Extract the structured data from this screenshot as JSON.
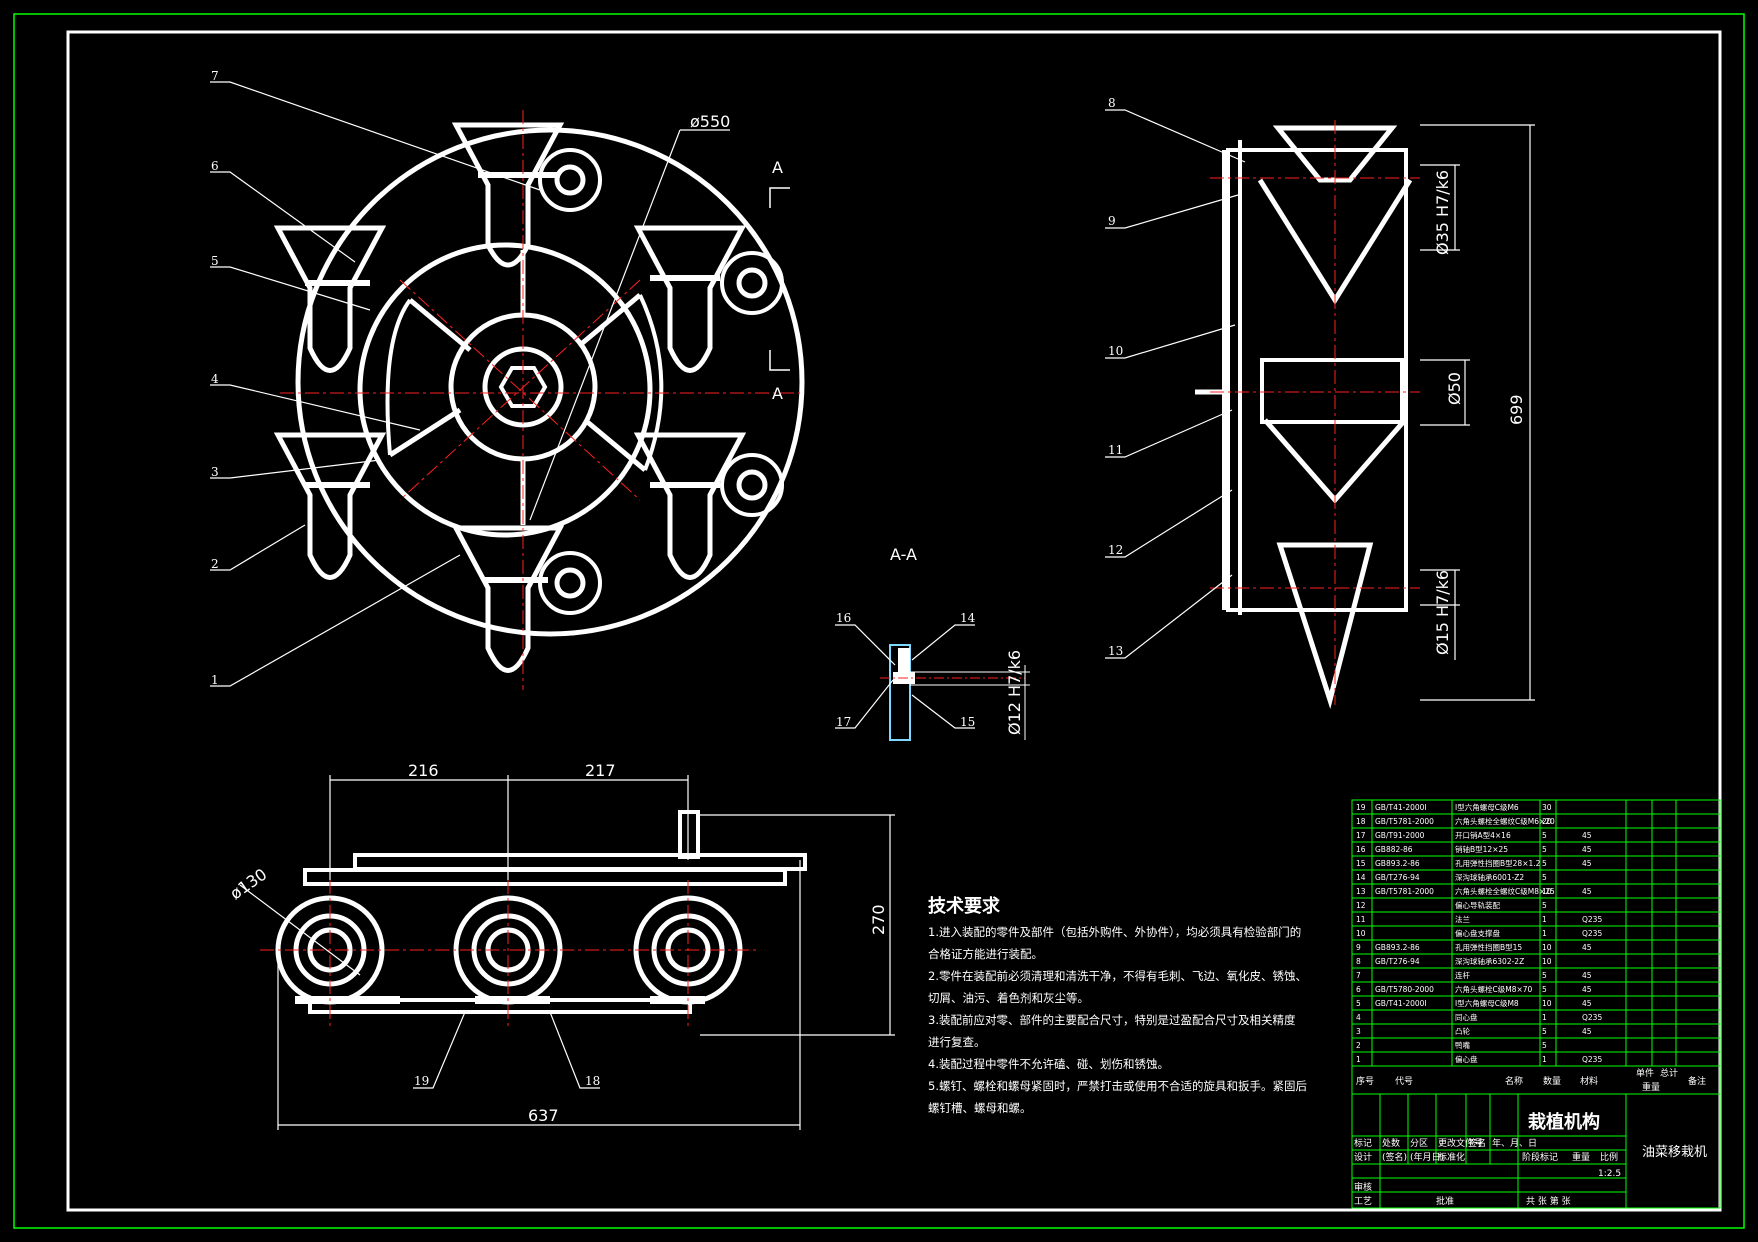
{
  "colors": {
    "background": "#000000",
    "border": "#00ff00",
    "part": "#ffffff",
    "center": "#ff2020",
    "section": "#7fd8ff"
  },
  "callouts": [
    "1",
    "2",
    "3",
    "4",
    "5",
    "6",
    "7",
    "8",
    "9",
    "10",
    "11",
    "12",
    "13",
    "14",
    "15",
    "16",
    "17",
    "18",
    "19"
  ],
  "dimensions": {
    "d550": "ø550",
    "d130": "ø130",
    "l216": "216",
    "l217": "217",
    "l637": "637",
    "h270": "270",
    "h699": "699",
    "fit35": "Ø35 H7/k6",
    "d50": "Ø50",
    "fit15": "Ø15 H7/k6",
    "fit12": "Ø12 H7/k6"
  },
  "section": {
    "mark": "A",
    "title": "A-A"
  },
  "tech": {
    "title": "技术要求",
    "lines": [
      "1.进入装配的零件及部件（包括外购件、外协件），均必须具有检验部门的",
      "合格证方能进行装配。",
      "2.零件在装配前必须清理和清洗干净，不得有毛刺、飞边、氧化皮、锈蚀、",
      "切屑、油污、着色剂和灰尘等。",
      "3.装配前应对零、部件的主要配合尺寸，特别是过盈配合尺寸及相关精度",
      "进行复查。",
      "4.装配过程中零件不允许磕、碰、划伤和锈蚀。",
      "5.螺钉、螺栓和螺母紧固时，严禁打击或使用不合适的旋具和扳手。紧固后",
      "螺钉槽、螺母和螺。"
    ]
  },
  "bom": [
    {
      "no": "19",
      "code": "GB/T41-2000I",
      "name": "I型六角螺母C级M6",
      "qty": "30",
      "mat": ""
    },
    {
      "no": "18",
      "code": "GB/T5781-2000",
      "name": "六角头螺栓全螺纹C级M6×20",
      "qty": "20",
      "mat": ""
    },
    {
      "no": "17",
      "code": "GB/T91-2000",
      "name": "开口销A型4×16",
      "qty": "5",
      "mat": "45"
    },
    {
      "no": "16",
      "code": "GB882-86",
      "name": "销轴B型12×25",
      "qty": "5",
      "mat": "45"
    },
    {
      "no": "15",
      "code": "GB893.2-86",
      "name": "孔用弹性挡圈B型28×1.2",
      "qty": "5",
      "mat": "45"
    },
    {
      "no": "14",
      "code": "GB/T276-94",
      "name": "深沟球轴承6001-Z2",
      "qty": "5",
      "mat": ""
    },
    {
      "no": "13",
      "code": "GB/T5781-2000",
      "name": "六角头螺栓全螺纹C级M8×25",
      "qty": "10",
      "mat": "45"
    },
    {
      "no": "12",
      "code": "",
      "name": "偏心导轨装配",
      "qty": "5",
      "mat": ""
    },
    {
      "no": "11",
      "code": "",
      "name": "法兰",
      "qty": "1",
      "mat": "Q235"
    },
    {
      "no": "10",
      "code": "",
      "name": "偏心盘支撑盘",
      "qty": "1",
      "mat": "Q235"
    },
    {
      "no": "9",
      "code": "GB893.2-86",
      "name": "孔用弹性挡圈B型15",
      "qty": "10",
      "mat": "45"
    },
    {
      "no": "8",
      "code": "GB/T276-94",
      "name": "深沟球轴承6302-2Z",
      "qty": "10",
      "mat": ""
    },
    {
      "no": "7",
      "code": "",
      "name": "连杆",
      "qty": "5",
      "mat": "45"
    },
    {
      "no": "6",
      "code": "GB/T5780-2000",
      "name": "六角头螺栓C级M8×70",
      "qty": "5",
      "mat": "45"
    },
    {
      "no": "5",
      "code": "GB/T41-2000I",
      "name": "I型六角螺母C级M8",
      "qty": "10",
      "mat": "45"
    },
    {
      "no": "4",
      "code": "",
      "name": "同心盘",
      "qty": "1",
      "mat": "Q235"
    },
    {
      "no": "3",
      "code": "",
      "name": "凸轮",
      "qty": "5",
      "mat": "45"
    },
    {
      "no": "2",
      "code": "",
      "name": "鸭嘴",
      "qty": "5",
      "mat": ""
    },
    {
      "no": "1",
      "code": "",
      "name": "偏心盘",
      "qty": "1",
      "mat": "Q235"
    }
  ],
  "bom_header": {
    "no": "序号",
    "code": "代号",
    "name": "名称",
    "qty": "数量",
    "mat": "材料",
    "wt1": "单件",
    "wt2": "总计",
    "wt3": "重量",
    "note": "备注"
  },
  "title_block": {
    "assembly": "栽植机构",
    "product": "油菜移栽机",
    "row1": [
      "标记",
      "处数",
      "分区",
      "更改文件号",
      "签名",
      "年、月、日"
    ],
    "row2": [
      "设计",
      "(签名)",
      "(年月日)",
      "标准化"
    ],
    "stage": "阶段标记",
    "weight": "重量",
    "scale": "比例",
    "scale_val": "1:2.5",
    "reviewer": "审核",
    "craft": "工艺",
    "approve": "批准",
    "sheet": "共 张  第 张"
  }
}
